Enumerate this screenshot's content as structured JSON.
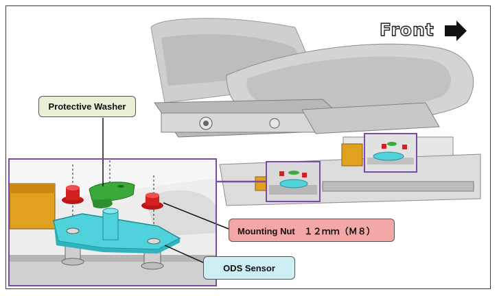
{
  "header": {
    "direction_label": "Front",
    "direction_icon": "arrow-right-icon"
  },
  "callouts": {
    "protective_washer": "Protective Washer",
    "mounting_nut": "Mounting Nut　１２ｍｍ（Ｍ８）",
    "ods_sensor": "ODS Sensor"
  },
  "colors": {
    "frame_border": "#7a4aa8",
    "washer_green": "#3aaa3a",
    "nut_red": "#d42020",
    "sensor_cyan": "#4fd2dc",
    "bracket_orange": "#e0a020"
  }
}
